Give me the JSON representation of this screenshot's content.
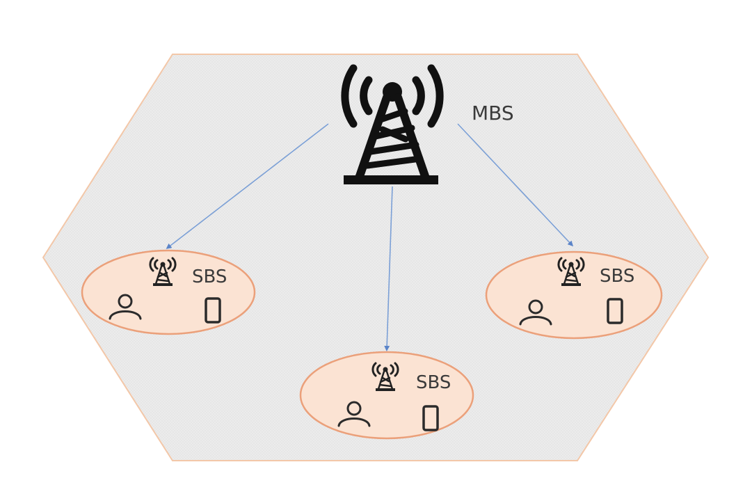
{
  "macro_cell": {
    "label": "MBS",
    "fill_color": "#e9e9e9",
    "border_color": "#f3c7a8",
    "tower_color": "#111111"
  },
  "links": {
    "color": "#7a9fd6"
  },
  "small_cells": [
    {
      "label": "SBS",
      "position": "left"
    },
    {
      "label": "SBS",
      "position": "bottom"
    },
    {
      "label": "SBS",
      "position": "right"
    }
  ],
  "small_cell_style": {
    "fill_color": "#fbe3d3",
    "border_color": "#eba07a",
    "icon_color": "#222222",
    "user_icon": "person-icon",
    "device_icon": "phone-icon",
    "tower_icon": "antenna-tower-icon"
  }
}
